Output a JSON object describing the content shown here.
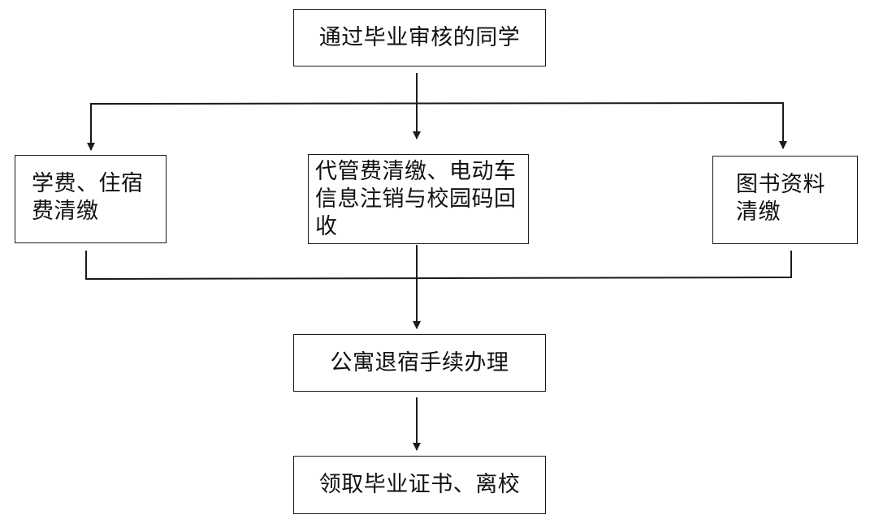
{
  "nodes": {
    "top": "通过毕业审核的同学",
    "left": "学费、住宿费清缴",
    "mid": "代管费清缴、电动车信息注销与校园码回收",
    "right": "图书资料清缴",
    "apartment": "公寓退宿手续办理",
    "final": "领取毕业证书、离校"
  },
  "colors": {
    "line": "#1a1a1a",
    "background": "#ffffff"
  }
}
